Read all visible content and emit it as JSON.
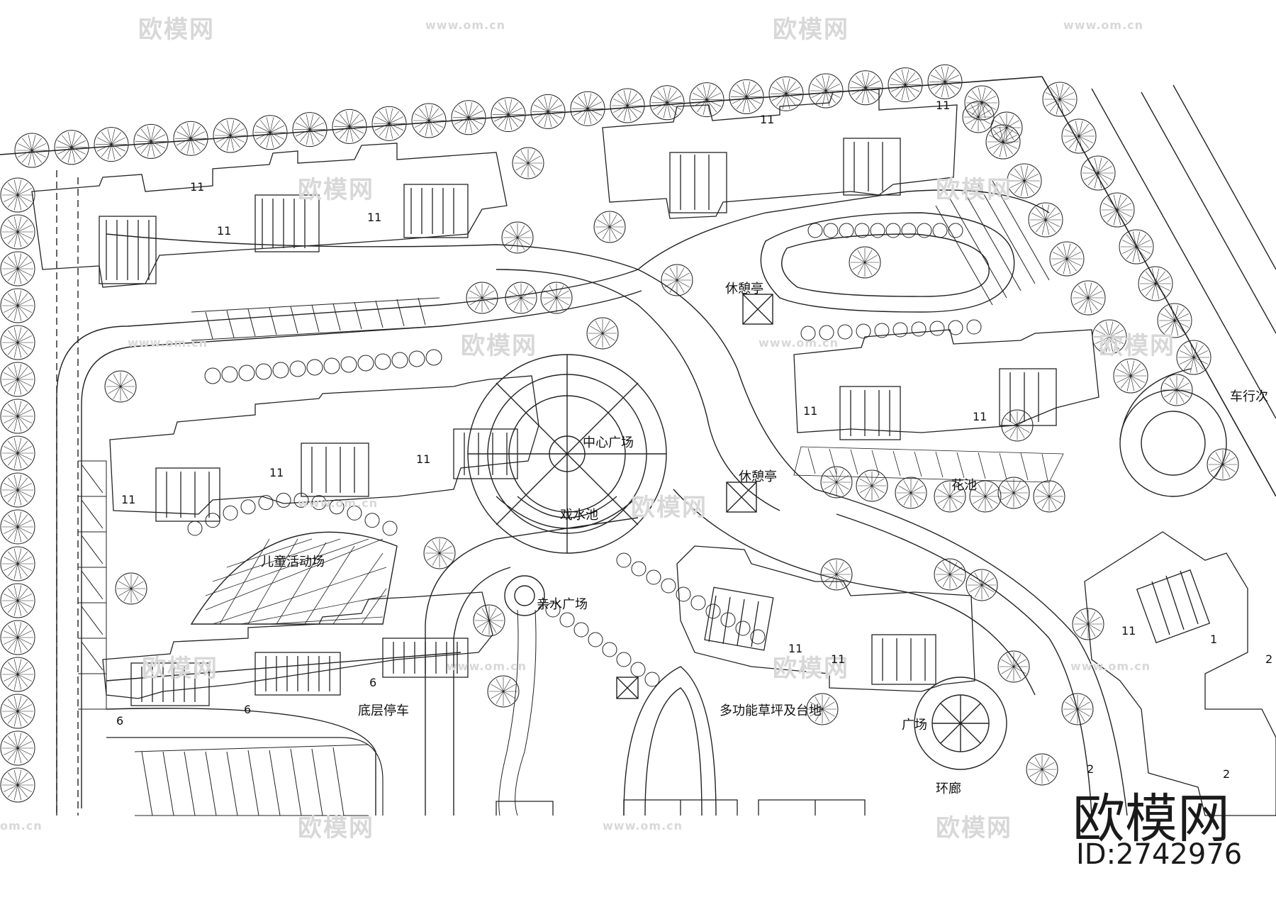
{
  "watermark": {
    "name": "欧模网",
    "url": "www.om.cn",
    "url_short": "om.cn"
  },
  "brand": {
    "text": "欧模网",
    "id": "ID:2742976"
  },
  "labels": {
    "pavilion_north": "休憩亭",
    "pavilion_mid": "休憩亭",
    "central_plaza": "中心广场",
    "splash_pool": "戏水池",
    "flower_bed": "花池",
    "kids_play": "儿童活动场",
    "water_plaza": "亲水广场",
    "multi_lawn": "多功能草坪及台地",
    "plaza": "广场",
    "corridor": "环廊",
    "ground_parking": "底层停车",
    "vehicle_road": "车行次"
  },
  "floors": {
    "f11": "11",
    "f6": "6",
    "f1": "1",
    "f2": "2"
  },
  "colors": {
    "line": "#222222",
    "watermark": "#d8d8d8"
  }
}
